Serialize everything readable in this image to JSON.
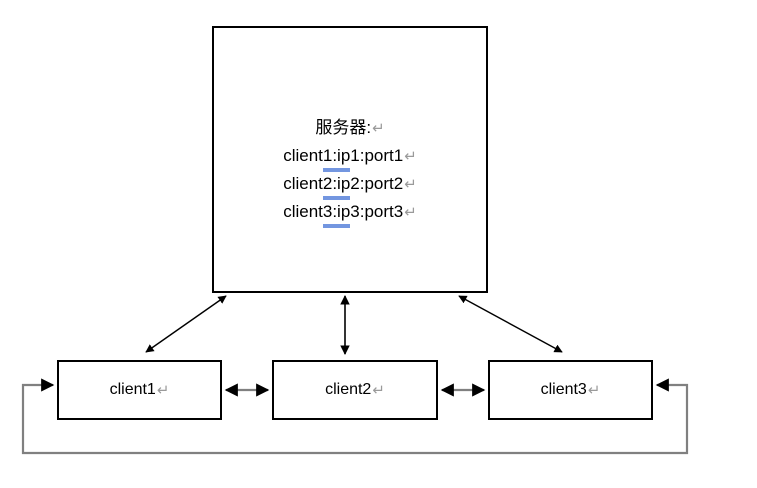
{
  "diagram": {
    "type": "network-topology",
    "colors": {
      "box_border": "#000000",
      "box_fill": "#ffffff",
      "arrow_black": "#000000",
      "connector_gray": "#808080",
      "highlight_blue": "#7396e0",
      "pilcrow_gray": "#9a9a9a",
      "background": "#ffffff"
    },
    "server": {
      "title": "服务器:",
      "pilcrow": "↵",
      "entries": [
        {
          "prefix": "client",
          "highlight": "1:ip",
          "suffix": "1:port1",
          "pilcrow": "↵",
          "full_text": "client1:ip1:port1"
        },
        {
          "prefix": "client",
          "highlight": "2:ip",
          "suffix": "2:port2",
          "pilcrow": "↵",
          "full_text": "client2:ip2:port2"
        },
        {
          "prefix": "client",
          "highlight": "3:ip",
          "suffix": "3:port3",
          "pilcrow": "↵",
          "full_text": "client3:ip3:port3"
        }
      ]
    },
    "clients": [
      {
        "label": "client1",
        "pilcrow": "↵"
      },
      {
        "label": "client2",
        "pilcrow": "↵"
      },
      {
        "label": "client3",
        "pilcrow": "↵"
      }
    ],
    "connections": [
      {
        "from": "server",
        "to": "client1",
        "style": "double-arrow",
        "orientation": "diagonal-left"
      },
      {
        "from": "server",
        "to": "client2",
        "style": "double-arrow",
        "orientation": "vertical"
      },
      {
        "from": "server",
        "to": "client3",
        "style": "double-arrow",
        "orientation": "diagonal-right"
      },
      {
        "from": "client1",
        "to": "client2",
        "style": "double-arrow",
        "orientation": "horizontal"
      },
      {
        "from": "client2",
        "to": "client3",
        "style": "double-arrow",
        "orientation": "horizontal"
      },
      {
        "from": "client1",
        "to": "client3",
        "style": "double-arrow",
        "orientation": "bottom-loop"
      }
    ]
  }
}
